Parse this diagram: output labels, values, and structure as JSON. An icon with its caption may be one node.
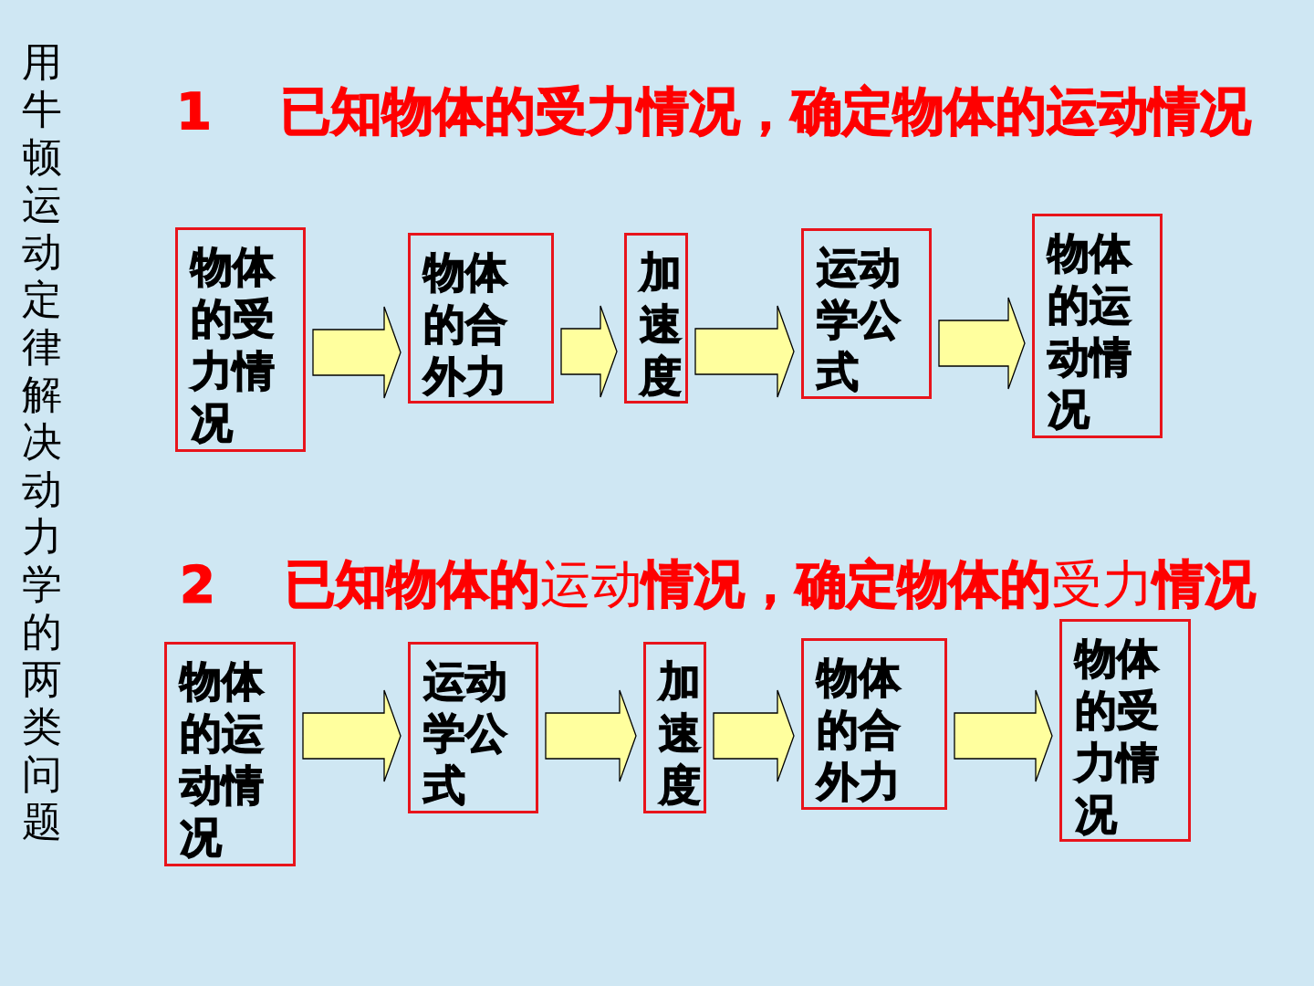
{
  "diagram": {
    "title": "用牛顿运动定律解决动力学的两类问题",
    "nodes": [
      {
        "text": [
          "物体的受力情况"
        ]
      },
      {
        "text": [
          "物体的合外力"
        ]
      },
      {
        "text": [
          "加速度"
        ]
      },
      {
        "text": [
          "运动学公式"
        ]
      },
      {
        "text": [
          "物体的运动情况"
        ]
      },
      {
        "text": [
          "物体的运动情况"
        ]
      },
      {
        "text": [
          "运动学公式"
        ]
      },
      {
        "text": [
          "加速度"
        ]
      },
      {
        "text": [
          "物体的合外力"
        ]
      },
      {
        "text": [
          "物体的受力情况"
        ]
      }
    ],
    "edges": [
      {
        "from": 0,
        "to": 1,
        "arrow": "to"
      },
      {
        "from": 1,
        "to": 2,
        "arrow": "to"
      },
      {
        "from": 2,
        "to": 3,
        "arrow": "to"
      },
      {
        "from": 3,
        "to": 4,
        "arrow": "to"
      },
      {
        "from": 5,
        "to": 6,
        "arrow": "to"
      },
      {
        "from": 6,
        "to": 7,
        "arrow": "to"
      },
      {
        "from": 7,
        "to": 8,
        "arrow": "to"
      },
      {
        "from": 8,
        "to": 9,
        "arrow": "to"
      }
    ],
    "labels": [
      "1",
      "已知物体的受力情况，确定物体的运动情况",
      "2",
      "**已知物体的**运动**情况，确定物体的**受力**情况**"
    ]
  }
}
